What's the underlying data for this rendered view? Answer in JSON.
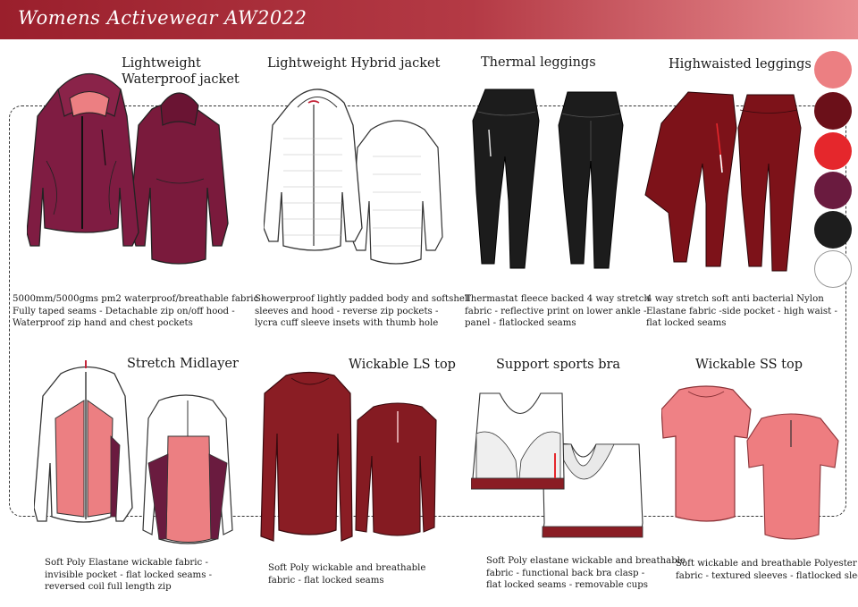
{
  "page": {
    "title": "Womens Activewear AW2022"
  },
  "garments": [
    {
      "id": "waterproof-jacket",
      "title_lines": [
        "Lightweight",
        "Waterproof jacket"
      ],
      "desc_lines": [
        "5000mm/5000gms pm2 waterproof/breathable fabric -",
        " Fully taped seams - Detachable zip on/off hood -",
        "Waterproof zip hand and chest pockets"
      ]
    },
    {
      "id": "hybrid-jacket",
      "title_lines": [
        "Lightweight Hybrid jacket"
      ],
      "desc_lines": [
        "Showerproof lightly padded body and softshell",
        "sleeves and hood - reverse zip pockets -",
        "lycra cuff sleeve insets with thumb hole"
      ]
    },
    {
      "id": "thermal-leggings",
      "title_lines": [
        "Thermal leggings"
      ],
      "desc_lines": [
        "Thermastat fleece backed 4 way stretch",
        "fabric - reflective print on lower ankle -",
        "panel - flatlocked seams"
      ]
    },
    {
      "id": "highwaisted-leggings",
      "title_lines": [
        "Highwaisted leggings"
      ],
      "desc_lines": [
        " 4 way stretch soft anti bacterial Nylon",
        "Elastane fabric -side pocket - high waist -",
        "flat locked seams"
      ]
    },
    {
      "id": "stretch-midlayer",
      "title_lines": [
        "Stretch Midlayer"
      ],
      "desc_lines": [
        " Soft Poly Elastane wickable fabric -",
        "invisible pocket - flat locked seams -",
        "reversed coil full length zip"
      ]
    },
    {
      "id": "wickable-ls-top",
      "title_lines": [
        "Wickable LS top"
      ],
      "desc_lines": [
        "Soft Poly wickable and breathable",
        "fabric - flat locked seams"
      ]
    },
    {
      "id": "sports-bra",
      "title_lines": [
        "Support sports bra"
      ],
      "desc_lines": [
        "Soft Poly elastane wickable and breathable",
        "fabric - functional back bra clasp -",
        "flat locked seams - removable cups"
      ]
    },
    {
      "id": "wickable-ss-top",
      "title_lines": [
        "Wickable SS top"
      ],
      "desc_lines": [
        "Soft wickable and breathable Polyester",
        "fabric - textured sleeves - flatlocked sleeves"
      ]
    }
  ],
  "palette": [
    "#ec7f82",
    "#6b1019",
    "#e5272c",
    "#6a1b3f",
    "#1d1d1d",
    "#ffffff"
  ]
}
